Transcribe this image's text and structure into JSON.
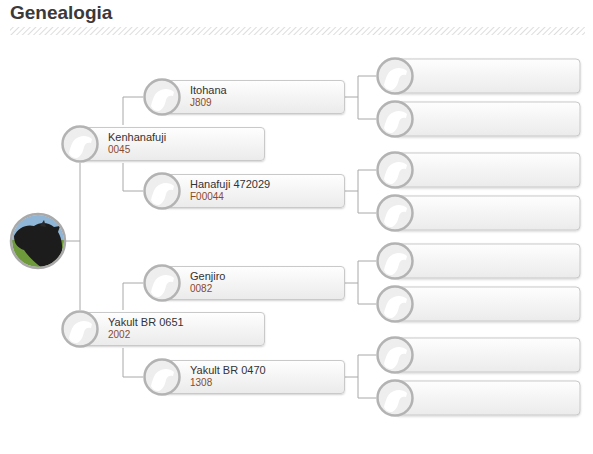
{
  "diagram": {
    "title": "Genealogia",
    "nodes": [
      {
        "text": [
          "Itohana",
          "J809"
        ]
      },
      {
        "text": [
          "Kenhanafuji",
          "0045"
        ]
      },
      {
        "text": [
          "Hanafuji 472029",
          "F00044"
        ]
      },
      {
        "text": [
          "Genjiro",
          "0082"
        ]
      },
      {
        "text": [
          "Yakult BR 0651",
          "2002"
        ]
      },
      {
        "text": [
          "Yakult BR 0470",
          "1308"
        ]
      }
    ],
    "edges": [
      {
        "from": 1,
        "to": 0,
        "arrow": "none"
      },
      {
        "from": 1,
        "to": 2,
        "arrow": "none"
      },
      {
        "from": 4,
        "to": 3,
        "arrow": "none"
      },
      {
        "from": 4,
        "to": 5,
        "arrow": "none"
      }
    ]
  }
}
